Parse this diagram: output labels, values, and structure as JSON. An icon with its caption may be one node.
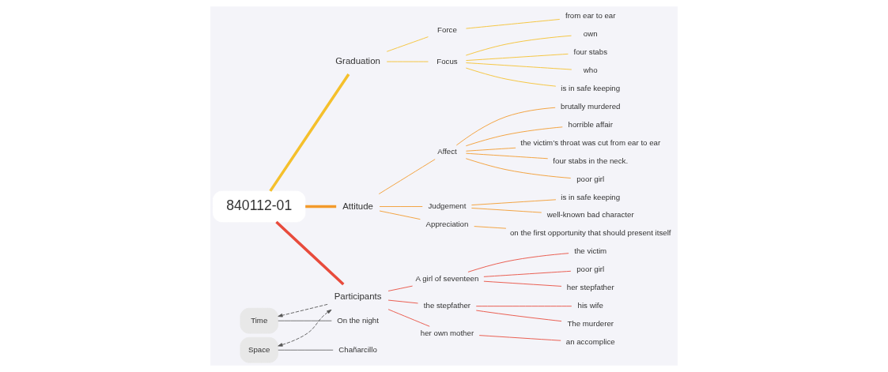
{
  "diagram": {
    "nodes": [
      {
        "text": [
          "840112-01"
        ]
      },
      {
        "text": [
          "Graduation"
        ]
      },
      {
        "text": [
          "Force"
        ]
      },
      {
        "text": [
          "from ear to ear"
        ]
      },
      {
        "text": [
          "Focus"
        ]
      },
      {
        "text": [
          "own"
        ]
      },
      {
        "text": [
          "four stabs"
        ]
      },
      {
        "text": [
          "who"
        ]
      },
      {
        "text": [
          "is in safe keeping"
        ]
      },
      {
        "text": [
          "Attitude"
        ]
      },
      {
        "text": [
          "Affect"
        ]
      },
      {
        "text": [
          "brutally murdered"
        ]
      },
      {
        "text": [
          "horrible affair"
        ]
      },
      {
        "text": [
          "the victim’s throat was cut from ear to ear"
        ]
      },
      {
        "text": [
          "four stabs in the neck."
        ]
      },
      {
        "text": [
          "poor girl"
        ]
      },
      {
        "text": [
          "Judgement"
        ]
      },
      {
        "text": [
          "is in safe keeping"
        ]
      },
      {
        "text": [
          "well-known bad character"
        ]
      },
      {
        "text": [
          "Appreciation"
        ]
      },
      {
        "text": [
          "on the first opportunity that should present itself"
        ]
      },
      {
        "text": [
          "Time"
        ]
      },
      {
        "text": [
          "On the night"
        ]
      },
      {
        "text": [
          "Participants"
        ]
      },
      {
        "text": [
          "A girl of seventeen"
        ]
      },
      {
        "text": [
          "the victim"
        ]
      },
      {
        "text": [
          "poor girl"
        ]
      },
      {
        "text": [
          "her stepfather"
        ]
      },
      {
        "text": [
          "the stepfather"
        ]
      },
      {
        "text": [
          "his wife"
        ]
      },
      {
        "text": [
          "The murderer"
        ]
      },
      {
        "text": [
          "her own mother"
        ]
      },
      {
        "text": [
          "an accomplice"
        ]
      },
      {
        "text": [
          "Space"
        ]
      },
      {
        "text": [
          "Chañarcillo"
        ]
      }
    ],
    "edges": [
      {
        "from": 0,
        "to": 1,
        "arrow": "none",
        "style": "thick",
        "color": "#f5c02c"
      },
      {
        "from": 1,
        "to": 2,
        "arrow": "none",
        "color": "#f5c02c"
      },
      {
        "from": 2,
        "to": 3,
        "arrow": "none",
        "color": "#f5c02c"
      },
      {
        "from": 1,
        "to": 4,
        "arrow": "none",
        "color": "#f5c02c"
      },
      {
        "from": 4,
        "to": 5,
        "arrow": "none",
        "color": "#f5c02c"
      },
      {
        "from": 4,
        "to": 6,
        "arrow": "none",
        "color": "#f5c02c"
      },
      {
        "from": 4,
        "to": 7,
        "arrow": "none",
        "color": "#f5c02c"
      },
      {
        "from": 4,
        "to": 8,
        "arrow": "none",
        "color": "#f5c02c"
      },
      {
        "from": 0,
        "to": 9,
        "arrow": "none",
        "style": "thick",
        "color": "#f39a2b"
      },
      {
        "from": 9,
        "to": 10,
        "arrow": "none",
        "color": "#f39a2b"
      },
      {
        "from": 10,
        "to": 11,
        "arrow": "none",
        "color": "#f39a2b"
      },
      {
        "from": 10,
        "to": 12,
        "arrow": "none",
        "color": "#f39a2b"
      },
      {
        "from": 10,
        "to": 13,
        "arrow": "none",
        "color": "#f39a2b"
      },
      {
        "from": 10,
        "to": 14,
        "arrow": "none",
        "color": "#f39a2b"
      },
      {
        "from": 10,
        "to": 15,
        "arrow": "none",
        "color": "#f39a2b"
      },
      {
        "from": 9,
        "to": 16,
        "arrow": "none",
        "color": "#f39a2b"
      },
      {
        "from": 16,
        "to": 17,
        "arrow": "none",
        "color": "#f39a2b"
      },
      {
        "from": 16,
        "to": 18,
        "arrow": "none",
        "color": "#f39a2b"
      },
      {
        "from": 9,
        "to": 19,
        "arrow": "none",
        "color": "#f39a2b"
      },
      {
        "from": 19,
        "to": 20,
        "arrow": "none",
        "color": "#f39a2b"
      },
      {
        "from": 21,
        "to": 22,
        "arrow": "none",
        "color": "#666666"
      },
      {
        "from": 0,
        "to": 23,
        "arrow": "none",
        "style": "thick",
        "color": "#e84b3c"
      },
      {
        "from": 23,
        "to": 24,
        "arrow": "none",
        "color": "#e84b3c"
      },
      {
        "from": 24,
        "to": 25,
        "arrow": "none",
        "color": "#e84b3c"
      },
      {
        "from": 24,
        "to": 26,
        "arrow": "none",
        "color": "#e84b3c"
      },
      {
        "from": 24,
        "to": 27,
        "arrow": "none",
        "color": "#e84b3c"
      },
      {
        "from": 23,
        "to": 28,
        "arrow": "none",
        "color": "#e84b3c"
      },
      {
        "from": 28,
        "to": 29,
        "arrow": "none",
        "color": "#e84b3c"
      },
      {
        "from": 28,
        "to": 30,
        "arrow": "none",
        "color": "#e84b3c"
      },
      {
        "from": 23,
        "to": 31,
        "arrow": "none",
        "color": "#e84b3c"
      },
      {
        "from": 31,
        "to": 32,
        "arrow": "none",
        "color": "#e84b3c"
      },
      {
        "from": 33,
        "to": 34,
        "arrow": "none",
        "color": "#666666"
      },
      {
        "from": 23,
        "to": 21,
        "arrow": "to",
        "style": "dashed",
        "color": "#555555"
      },
      {
        "from": 33,
        "to": 23,
        "arrow": "both",
        "style": "dashed",
        "color": "#555555"
      }
    ]
  }
}
